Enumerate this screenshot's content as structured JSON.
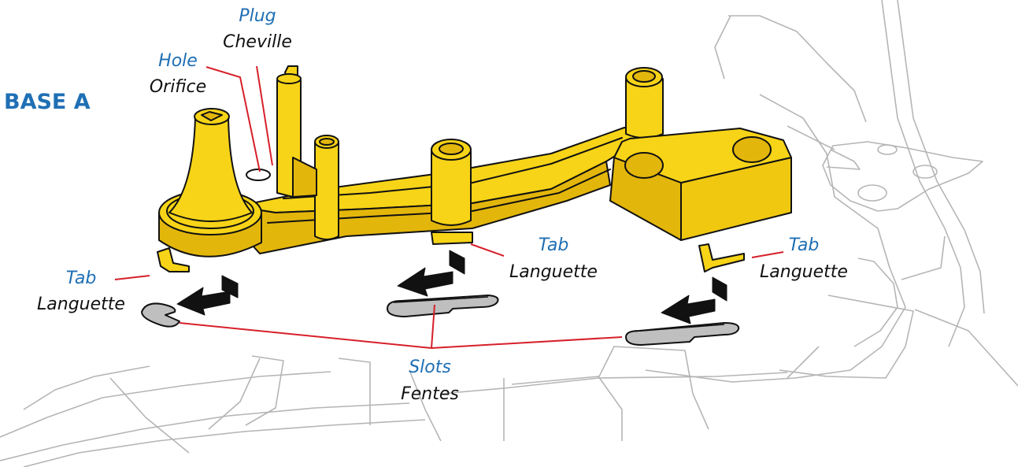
{
  "title": "BASE A",
  "colors": {
    "part_fill": "#f7d417",
    "part_shade": "#e3b60b",
    "part_dark": "#c99d05",
    "outline": "#111111",
    "label_blue": "#1f6fb4",
    "label_black": "#111111",
    "leader_red": "#d6202a",
    "background_line": "#b5b5b5",
    "slot_fill": "#bfbfbf"
  },
  "labels": {
    "plug": {
      "en": "Plug",
      "fr": "Cheville"
    },
    "hole": {
      "en": "Hole",
      "fr": "Orifice"
    },
    "tab_left": {
      "en": "Tab",
      "fr": "Languette"
    },
    "tab_middle": {
      "en": "Tab",
      "fr": "Languette"
    },
    "tab_right": {
      "en": "Tab",
      "fr": "Languette"
    },
    "slots": {
      "en": "Slots",
      "fr": "Fentes"
    }
  },
  "icons": [
    "insert-arrow-icon",
    "insert-arrow-icon",
    "insert-arrow-icon"
  ]
}
